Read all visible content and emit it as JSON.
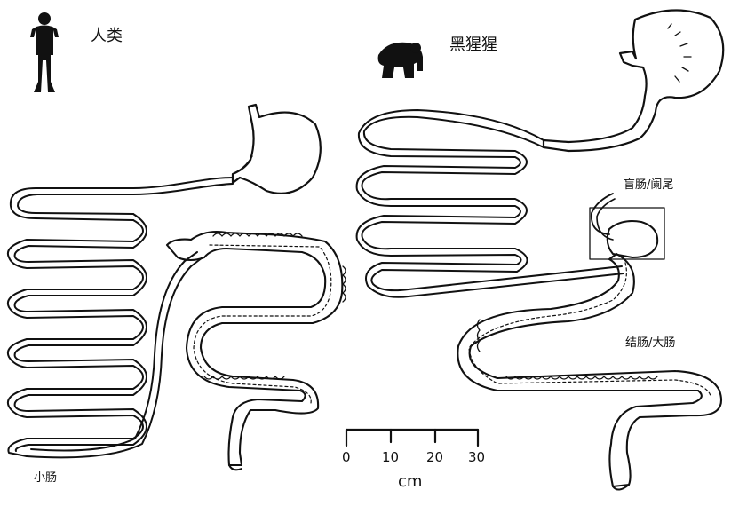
{
  "labels": {
    "human": "人类",
    "chimp": "黑猩猩",
    "small_intestine": "小肠",
    "cecum_appendix": "盲肠/阑尾",
    "colon": "结肠/大肠"
  },
  "scale_bar": {
    "unit": "cm",
    "ticks": [
      "0",
      "10",
      "20",
      "30"
    ]
  },
  "colors": {
    "ink": "#111111",
    "organ_fill": "#ffffff",
    "background": "#ffffff"
  },
  "icons": {
    "human": "human-silhouette-icon",
    "chimp": "chimp-silhouette-icon"
  }
}
